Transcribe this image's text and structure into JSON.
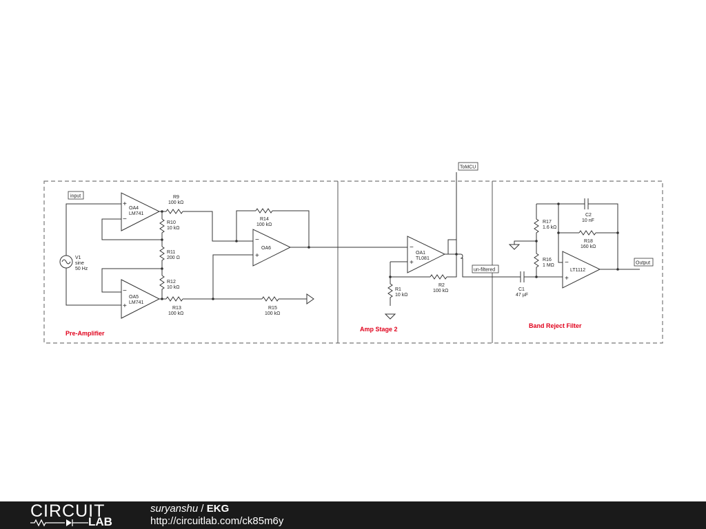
{
  "sections": {
    "preamp": "Pre-Amplifier",
    "stage2": "Amp Stage 2",
    "filter": "Band Reject Filter"
  },
  "section_color": "#e0001b",
  "tags": {
    "input": "input",
    "tomcu": "ToMCU",
    "unfiltered": "un-filtered",
    "output": "Output"
  },
  "components": {
    "oa4": {
      "name": "OA4",
      "model": "LM741"
    },
    "oa5": {
      "name": "OA5",
      "model": "LM741"
    },
    "oa6": {
      "name": "OA6"
    },
    "oa1": {
      "name": "OA1",
      "model": "TL081"
    },
    "lt": {
      "model": "LT1112"
    },
    "v1": {
      "name": "V1",
      "type": "sine",
      "freq": "50 Hz"
    },
    "r9": {
      "name": "R9",
      "value": "100 kΩ"
    },
    "r10": {
      "name": "R10",
      "value": "10 kΩ"
    },
    "r11": {
      "name": "R11",
      "value": "200 Ω"
    },
    "r12": {
      "name": "R12",
      "value": "10 kΩ"
    },
    "r13": {
      "name": "R13",
      "value": "100 kΩ"
    },
    "r14": {
      "name": "R14",
      "value": "100 kΩ"
    },
    "r15": {
      "name": "R15",
      "value": "100 kΩ"
    },
    "r1": {
      "name": "R1",
      "value": "10 kΩ"
    },
    "r2": {
      "name": "R2",
      "value": "100 kΩ"
    },
    "r16": {
      "name": "R16",
      "value": "1 MΩ"
    },
    "r17": {
      "name": "R17",
      "value": "1.6 kΩ"
    },
    "r18": {
      "name": "R18",
      "value": "160 kΩ"
    },
    "c1": {
      "name": "C1",
      "value": "47 µF"
    },
    "c2": {
      "name": "C2",
      "value": "10 nF"
    }
  },
  "symbols": {
    "plus": "+",
    "minus": "−"
  },
  "footer": {
    "logo_top": "CIRCUIT",
    "logo_bottom": "LAB",
    "author": "suryanshu",
    "separator": " / ",
    "title": "EKG",
    "url": "http://circuitlab.com/ck85m6y"
  }
}
